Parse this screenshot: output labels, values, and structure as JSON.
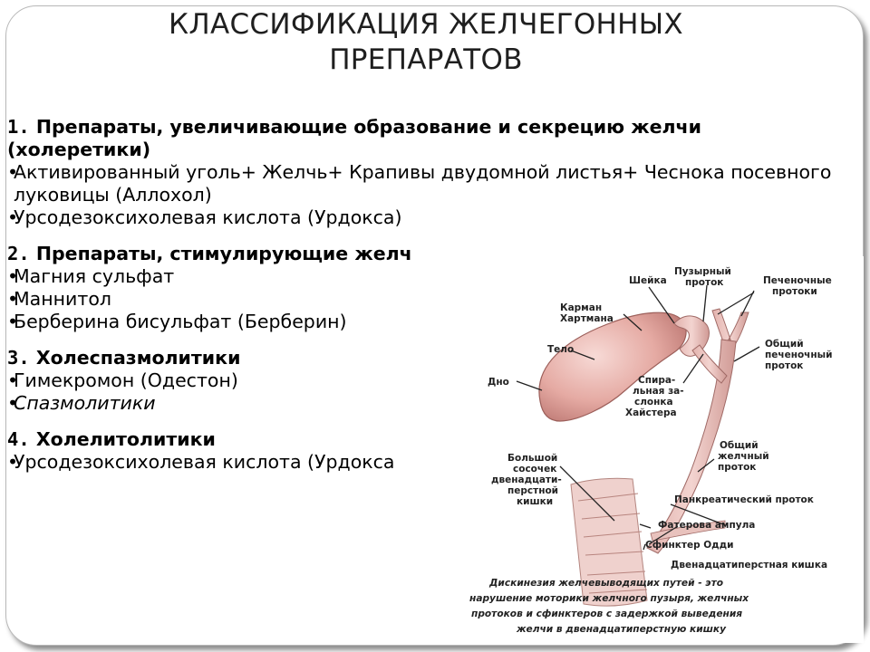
{
  "slide": {
    "title_lines": [
      "КЛАССИФИКАЦИЯ ЖЕЛЧЕГОННЫХ",
      "ПРЕПАРАТОВ"
    ],
    "sections": [
      {
        "number": "1.",
        "heading": "Препараты, увеличивающие образование и секрецию желчи (холеретики)",
        "items": [
          {
            "text": "Активированный уголь+ Желчь+ Крапивы двудомной листья+ Чеснока посевного луковицы (Аллохол)"
          },
          {
            "text": "Урсодезоксихолевая кислота (Урдокса)"
          }
        ]
      },
      {
        "number": "2.",
        "heading": "Препараты, стимулирующие желч",
        "items": [
          {
            "text": "Магния сульфат"
          },
          {
            "text": "Маннитол"
          },
          {
            "text": "Берберина бисульфат (Берберин)"
          }
        ]
      },
      {
        "number": "3.",
        "heading": "Холеспазмолитики",
        "items": [
          {
            "text": "Гимекромон (Одестон)"
          },
          {
            "text": "Спазмолитики",
            "italic": true
          }
        ]
      },
      {
        "number": "4.",
        "heading": "Холелитолитики",
        "items": [
          {
            "text": "Урсодезоксихолевая кислота (Урдокса"
          }
        ]
      }
    ],
    "bullet": "•"
  },
  "diagram": {
    "labels": {
      "neck": "Шейка",
      "cystic_duct": [
        "Пузырный",
        "проток"
      ],
      "hepatic_ducts": [
        "Печеночные",
        "протоки"
      ],
      "hartmann": [
        "Карман",
        "Хартмана"
      ],
      "body": "Тело",
      "common_hepatic": [
        "Общий",
        "печеночный",
        "проток"
      ],
      "fundus": "Дно",
      "heister": [
        "Спира-",
        "льная за-",
        "слонка",
        "Хайстера"
      ],
      "common_bile": [
        "Общий",
        "желчный",
        "проток"
      ],
      "papilla": [
        "Большой",
        "сосочек",
        "двенадцати-",
        "перстной",
        "кишки"
      ],
      "pancreatic": "Панкреатический проток",
      "ampulla": "Фатерова ампула",
      "oddi": "Сфинктер Одди",
      "duodenum": "Двенадцатиперстная кишка"
    },
    "caption": [
      "Дискинезия желчевыводящих путей - это",
      "нарушение моторики желчного пузыря, желчных",
      "протоков и сфинктеров с задержкой выведения",
      "желчи в двенадцатиперстную кишку"
    ]
  }
}
